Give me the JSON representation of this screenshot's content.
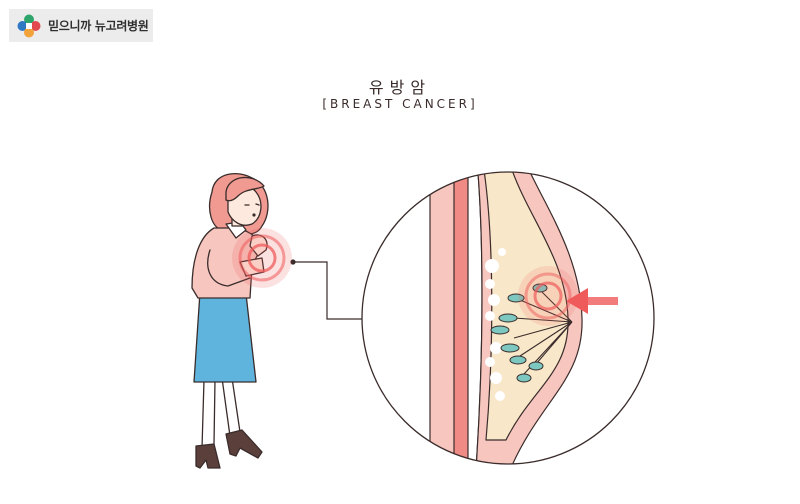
{
  "header": {
    "logo_icon": "hospital-cross-logo-icon",
    "hospital_name": "믿으니까 뉴고려병원"
  },
  "title": {
    "korean": "유방암",
    "english": "[BREAST CANCER]"
  },
  "colors": {
    "accent_red": "#ef5b5b",
    "skin": "#f7c6bf",
    "hair": "#f09a92",
    "skirt": "#5fb4de",
    "outline": "#3a2c2b",
    "fat": "#f8e7c8",
    "lobule": "#7cc7c0"
  },
  "illustration": {
    "woman_icon": "woman-holding-chest-icon",
    "zoom_icon": "breast-cross-section-icon",
    "arrow_icon": "red-arrow-icon"
  }
}
